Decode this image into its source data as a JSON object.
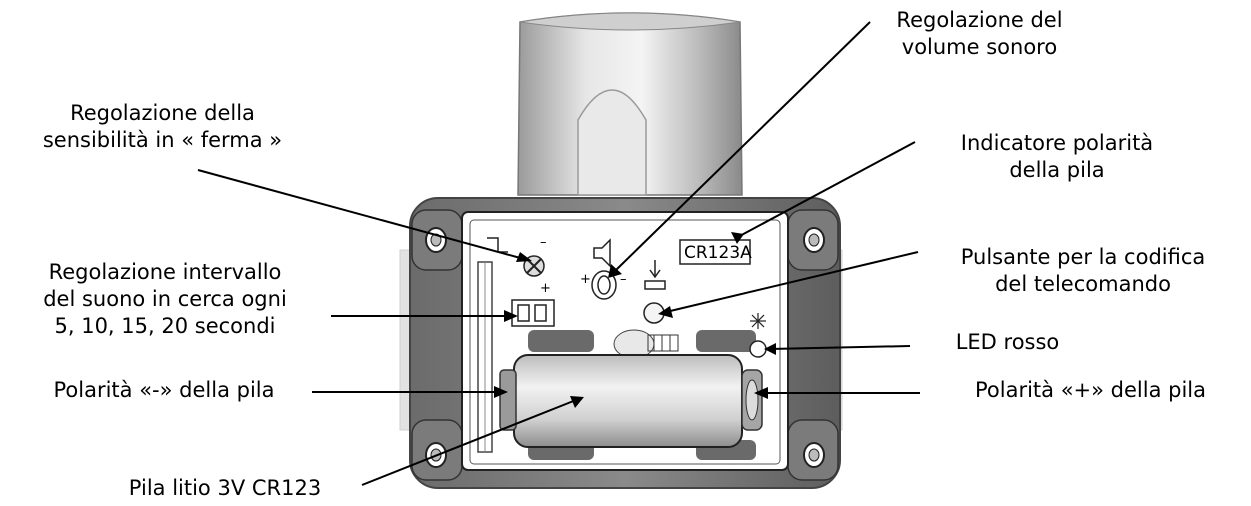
{
  "labels": {
    "volume": [
      "Regolazione del",
      "volume sonoro"
    ],
    "sensitivity": [
      "Regolazione della",
      "sensibilità in « ferma »"
    ],
    "polarity_indicator": [
      "Indicatore polarità",
      "della pila"
    ],
    "interval": [
      "Regolazione intervallo",
      "del suono in cerca ogni",
      "5, 10, 15, 20 secondi"
    ],
    "button": [
      "Pulsante per la codifica",
      "del telecomando"
    ],
    "led": "LED rosso",
    "neg_polarity": "Polarità «-» della pila",
    "pos_polarity": "Polarità «+» della pila",
    "battery": "Pila litio 3V  CR123"
  },
  "device": {
    "battery_marking": "CR123A"
  }
}
